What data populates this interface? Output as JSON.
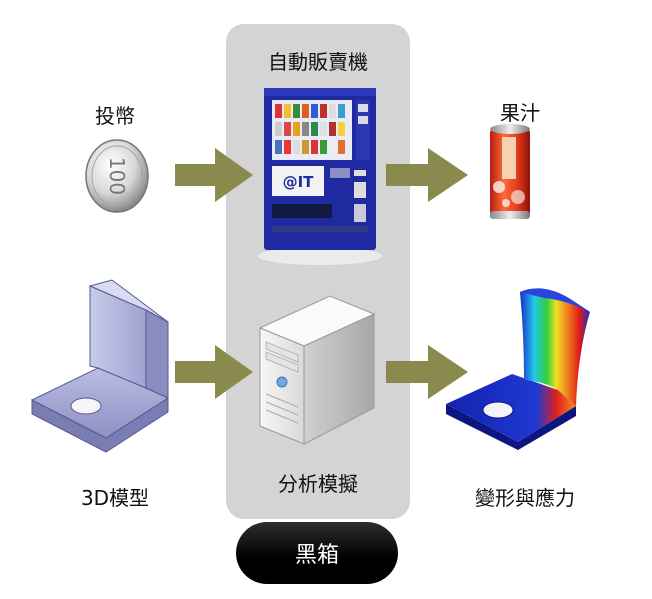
{
  "black_box_panel": {
    "top_label": "自動販賣機",
    "bottom_label": "分析模擬"
  },
  "vending_machine": {
    "brand_text": "@IT"
  },
  "top_row": {
    "input_label": "投幣",
    "coin_text": "100",
    "output_label": "果汁"
  },
  "bottom_row": {
    "input_label": "3D模型",
    "output_label": "變形與應力"
  },
  "footer": {
    "pill_label": "黑箱"
  },
  "colors": {
    "panel_bg": "#d4d4d4",
    "arrow": "#8a8a4e",
    "pill": "#000000",
    "machine_blue": "#1f2aa0"
  }
}
